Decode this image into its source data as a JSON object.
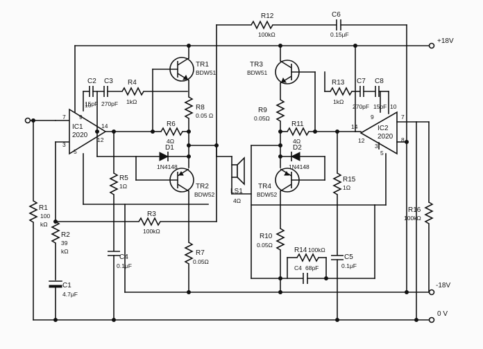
{
  "rails": {
    "pos": "+18V",
    "neg": "-18V",
    "gnd": "0 V"
  },
  "ic1": {
    "ref": "IC1",
    "part": "2020",
    "pins": {
      "p7": "7",
      "p9": "9",
      "p10": "10",
      "p14": "14",
      "p12": "12",
      "p5": "5",
      "p3": "3"
    }
  },
  "ic2": {
    "ref": "IC2",
    "part": "2020",
    "pins": {
      "p7": "7",
      "p9": "9",
      "p10": "10",
      "p14": "14",
      "p12": "12",
      "p5": "5",
      "p3": "3",
      "p8": "8"
    }
  },
  "tr1": {
    "ref": "TR1",
    "part": "BDW51"
  },
  "tr2": {
    "ref": "TR2",
    "part": "BDW52"
  },
  "tr3": {
    "ref": "TR3",
    "part": "BDW51"
  },
  "tr4": {
    "ref": "TR4",
    "part": "BDW52"
  },
  "d1": {
    "ref": "D1",
    "part": "1N4148"
  },
  "d2": {
    "ref": "D2",
    "part": "1N4148"
  },
  "ls1": {
    "ref": "LS1",
    "value": "4Ω"
  },
  "r1": {
    "ref": "R1",
    "value": "100",
    "unit": "kΩ"
  },
  "r2": {
    "ref": "R2",
    "value": "39",
    "unit": "kΩ"
  },
  "r3": {
    "ref": "R3",
    "value": "100kΩ"
  },
  "r4": {
    "ref": "R4",
    "value": "1kΩ"
  },
  "r5": {
    "ref": "R5",
    "value": "1Ω"
  },
  "r6": {
    "ref": "R6",
    "value": "4Ω"
  },
  "r7": {
    "ref": "R7",
    "value": "0.05Ω"
  },
  "r8": {
    "ref": "R8",
    "value": "0.05 Ω"
  },
  "r9": {
    "ref": "R9",
    "value": "0.05Ω"
  },
  "r10": {
    "ref": "R10",
    "value": "0.05Ω"
  },
  "r11": {
    "ref": "R11",
    "value": "4Ω"
  },
  "r12": {
    "ref": "R12",
    "value": "100kΩ"
  },
  "r13": {
    "ref": "R13",
    "value": "1kΩ"
  },
  "r14": {
    "ref": "R14",
    "value": "100kΩ"
  },
  "r15": {
    "ref": "R15",
    "value": "1Ω"
  },
  "r16": {
    "ref": "R16",
    "value": "100kΩ"
  },
  "c1": {
    "ref": "C1",
    "value": "4.7μF"
  },
  "c2": {
    "ref": "C2",
    "value": "15pF"
  },
  "c3": {
    "ref": "C3",
    "value": "270pF"
  },
  "c4": {
    "ref": "C4",
    "value": "0.1μF"
  },
  "c4b": {
    "ref": "C4",
    "value": "68pF"
  },
  "c5": {
    "ref": "C5",
    "value": "0.1μF"
  },
  "c6": {
    "ref": "C6",
    "value": "0.15μF"
  },
  "c7": {
    "ref": "C7",
    "value": "270pF"
  },
  "c8": {
    "ref": "C8",
    "value": "15pF"
  }
}
